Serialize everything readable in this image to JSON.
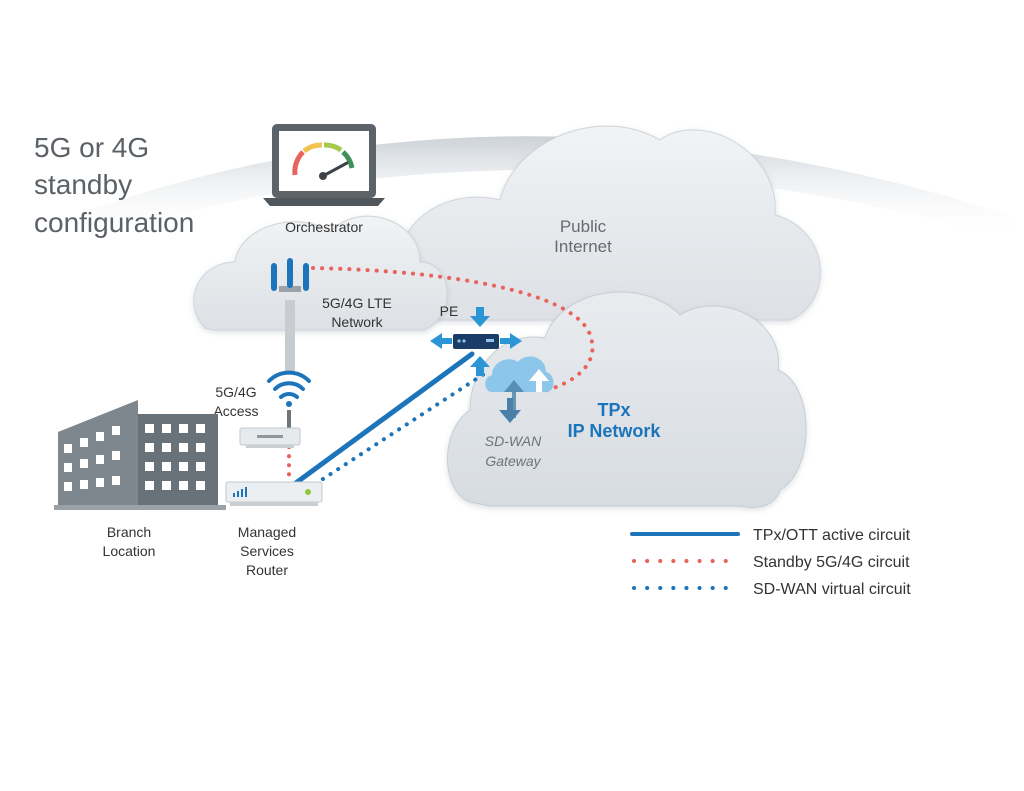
{
  "title": {
    "line1": "5G or 4G",
    "line2": "standby",
    "line3": "configuration"
  },
  "labels": {
    "orchestrator": "Orchestrator",
    "public_line1": "Public",
    "public_line2": "Internet",
    "lte_line1": "5G/4G LTE",
    "lte_line2": "Network",
    "pe": "PE",
    "access_line1": "5G/4G",
    "access_line2": "Access",
    "tpx_line1": "TPx",
    "tpx_line2": "IP Network",
    "gateway_line1": "SD-WAN",
    "gateway_line2": "Gateway",
    "branch_line1": "Branch",
    "branch_line2": "Location",
    "router_line1": "Managed",
    "router_line2": "Services",
    "router_line3": "Router"
  },
  "legend": [
    {
      "label": "TPx/OTT active circuit",
      "style": "solid",
      "color": "#1c74bb"
    },
    {
      "label": "Standby 5G/4G circuit",
      "style": "dotted",
      "color": "#e8635c"
    },
    {
      "label": "SD-WAN virtual circuit",
      "style": "dotted",
      "color": "#1c74bb"
    }
  ],
  "colors": {
    "tpx_blue": "#1c74bb",
    "standby_red": "#e8635c",
    "cloud_grey": "#e4e7ea",
    "building": "#7d858c",
    "text_dark": "#333333"
  },
  "icons": {
    "laptop": "gauge-laptop-icon",
    "tower": "cell-tower-icon",
    "wifi": "wireless-signal-icon",
    "pe": "pe-router-icon",
    "gateway": "cloud-transfer-icon",
    "building": "office-building-icon",
    "modem": "lte-modem-icon",
    "router": "managed-router-icon"
  }
}
